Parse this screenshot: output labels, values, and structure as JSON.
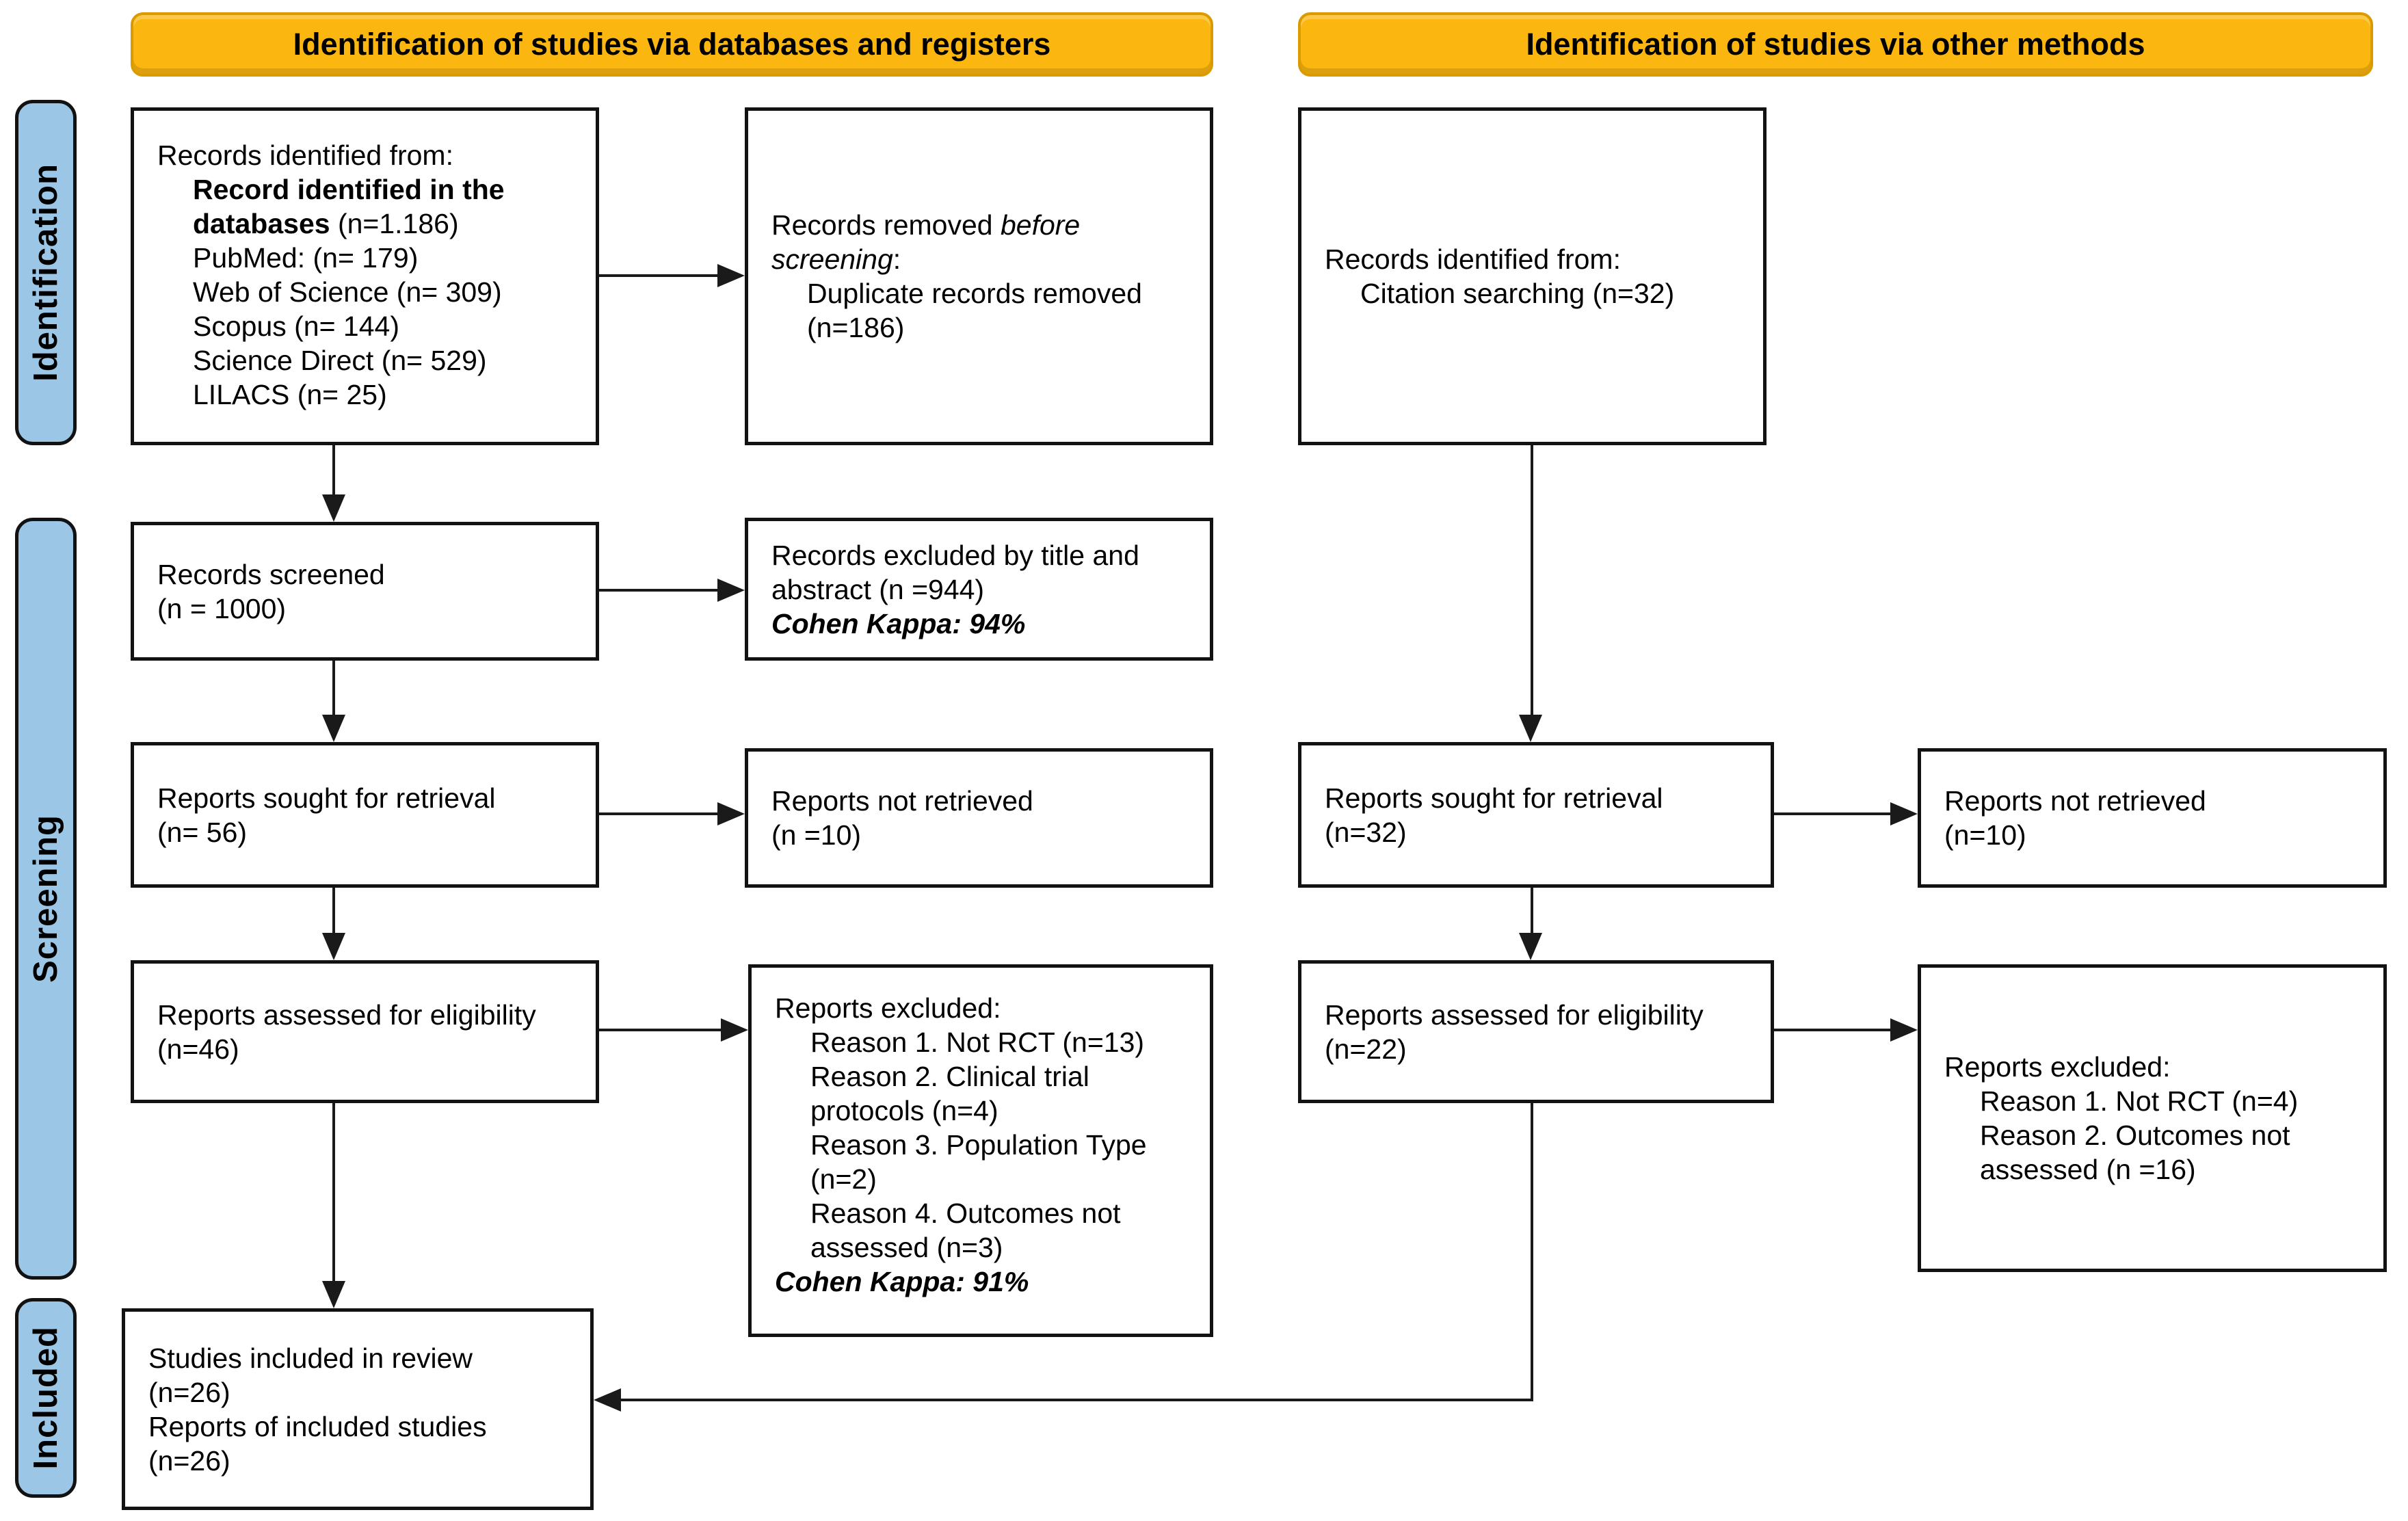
{
  "headers": {
    "databases": "Identification of studies via databases and registers",
    "other_methods": "Identification of studies via other methods"
  },
  "sidebar": {
    "identification": "Identification",
    "screening": "Screening",
    "included": "Included"
  },
  "colors": {
    "header_fill": "#FBB60F",
    "header_border": "#D99B00",
    "sidebar_fill": "#9CC6E6",
    "box_border": "#121212",
    "line": "#1A1A1A"
  },
  "boxes": {
    "identified_databases": {
      "lines": [
        {
          "indent": 0,
          "segs": [
            {
              "t": "Records identified from:"
            }
          ]
        },
        {
          "indent": 1,
          "segs": [
            {
              "t": "Record identified in the",
              "b": true
            }
          ]
        },
        {
          "indent": 1,
          "segs": [
            {
              "t": "databases ",
              "b": true
            },
            {
              "t": "(n=1.186)"
            }
          ]
        },
        {
          "indent": 1,
          "segs": [
            {
              "t": "PubMed: (n= 179)"
            }
          ]
        },
        {
          "indent": 1,
          "segs": [
            {
              "t": "Web of Science (n= 309)"
            }
          ]
        },
        {
          "indent": 1,
          "segs": [
            {
              "t": "Scopus (n= 144)"
            }
          ]
        },
        {
          "indent": 1,
          "segs": [
            {
              "t": "Science Direct (n= 529)"
            }
          ]
        },
        {
          "indent": 1,
          "segs": [
            {
              "t": "LILACS (n= 25)"
            }
          ]
        }
      ]
    },
    "records_removed": {
      "lines": [
        {
          "indent": 0,
          "segs": [
            {
              "t": "Records removed "
            },
            {
              "t": "before",
              "i": true
            }
          ]
        },
        {
          "indent": 0,
          "segs": [
            {
              "t": "screening",
              "i": true
            },
            {
              "t": ":"
            }
          ]
        },
        {
          "indent": 1,
          "segs": [
            {
              "t": "Duplicate records removed"
            }
          ]
        },
        {
          "indent": 1,
          "segs": [
            {
              "t": "(n=186)"
            }
          ]
        }
      ]
    },
    "citation_searching": {
      "lines": [
        {
          "indent": 0,
          "segs": [
            {
              "t": "Records identified from:"
            }
          ]
        },
        {
          "indent": 1,
          "segs": [
            {
              "t": "Citation searching (n=32)"
            }
          ]
        }
      ]
    },
    "records_screened": {
      "lines": [
        {
          "indent": 0,
          "segs": [
            {
              "t": "Records screened"
            }
          ]
        },
        {
          "indent": 0,
          "segs": [
            {
              "t": "(n = 1000)"
            }
          ]
        }
      ]
    },
    "records_excluded_title_abstract": {
      "lines": [
        {
          "indent": 0,
          "segs": [
            {
              "t": "Records excluded by title and"
            }
          ]
        },
        {
          "indent": 0,
          "segs": [
            {
              "t": "abstract (n =944)"
            }
          ]
        },
        {
          "indent": 0,
          "segs": [
            {
              "t": "Cohen Kappa: 94%",
              "b": true,
              "i": true
            }
          ]
        }
      ]
    },
    "reports_sought_databases": {
      "lines": [
        {
          "indent": 0,
          "segs": [
            {
              "t": "Reports sought for retrieval"
            }
          ]
        },
        {
          "indent": 0,
          "segs": [
            {
              "t": "(n= 56)"
            }
          ]
        }
      ]
    },
    "reports_not_retrieved_databases": {
      "lines": [
        {
          "indent": 0,
          "segs": [
            {
              "t": "Reports not retrieved"
            }
          ]
        },
        {
          "indent": 0,
          "segs": [
            {
              "t": "(n =10)"
            }
          ]
        }
      ]
    },
    "reports_sought_other": {
      "lines": [
        {
          "indent": 0,
          "segs": [
            {
              "t": "Reports sought for retrieval"
            }
          ]
        },
        {
          "indent": 0,
          "segs": [
            {
              "t": "(n=32)"
            }
          ]
        }
      ]
    },
    "reports_not_retrieved_other": {
      "lines": [
        {
          "indent": 0,
          "segs": [
            {
              "t": "Reports not retrieved"
            }
          ]
        },
        {
          "indent": 0,
          "segs": [
            {
              "t": "(n=10)"
            }
          ]
        }
      ]
    },
    "reports_assessed_databases": {
      "lines": [
        {
          "indent": 0,
          "segs": [
            {
              "t": "Reports assessed for eligibility"
            }
          ]
        },
        {
          "indent": 0,
          "segs": [
            {
              "t": "(n=46)"
            }
          ]
        }
      ]
    },
    "reports_excluded_databases": {
      "lines": [
        {
          "indent": 0,
          "segs": [
            {
              "t": "Reports excluded:"
            }
          ]
        },
        {
          "indent": 1,
          "segs": [
            {
              "t": "Reason 1. Not RCT (n=13)"
            }
          ]
        },
        {
          "indent": 1,
          "segs": [
            {
              "t": "Reason 2. Clinical trial"
            }
          ]
        },
        {
          "indent": 1,
          "segs": [
            {
              "t": "protocols (n=4)"
            }
          ]
        },
        {
          "indent": 1,
          "segs": [
            {
              "t": "Reason 3. Population Type"
            }
          ]
        },
        {
          "indent": 1,
          "segs": [
            {
              "t": "(n=2)"
            }
          ]
        },
        {
          "indent": 1,
          "segs": [
            {
              "t": "Reason 4. Outcomes not"
            }
          ]
        },
        {
          "indent": 1,
          "segs": [
            {
              "t": "assessed (n=3)"
            }
          ]
        },
        {
          "indent": 0,
          "segs": [
            {
              "t": "Cohen Kappa: 91%",
              "b": true,
              "i": true
            }
          ]
        }
      ]
    },
    "reports_assessed_other": {
      "lines": [
        {
          "indent": 0,
          "segs": [
            {
              "t": "Reports assessed for eligibility"
            }
          ]
        },
        {
          "indent": 0,
          "segs": [
            {
              "t": "(n=22)"
            }
          ]
        }
      ]
    },
    "reports_excluded_other": {
      "lines": [
        {
          "indent": 0,
          "segs": [
            {
              "t": "Reports excluded:"
            }
          ]
        },
        {
          "indent": 1,
          "segs": [
            {
              "t": "Reason 1. Not RCT (n=4)"
            }
          ]
        },
        {
          "indent": 1,
          "segs": [
            {
              "t": "Reason 2. Outcomes not"
            }
          ]
        },
        {
          "indent": 1,
          "segs": [
            {
              "t": "assessed (n =16)"
            }
          ]
        }
      ]
    },
    "studies_included": {
      "lines": [
        {
          "indent": 0,
          "segs": [
            {
              "t": "Studies included in review"
            }
          ]
        },
        {
          "indent": 0,
          "segs": [
            {
              "t": "(n=26)"
            }
          ]
        },
        {
          "indent": 0,
          "segs": [
            {
              "t": "Reports of included studies"
            }
          ]
        },
        {
          "indent": 0,
          "segs": [
            {
              "t": "(n=26)"
            }
          ]
        }
      ]
    }
  }
}
